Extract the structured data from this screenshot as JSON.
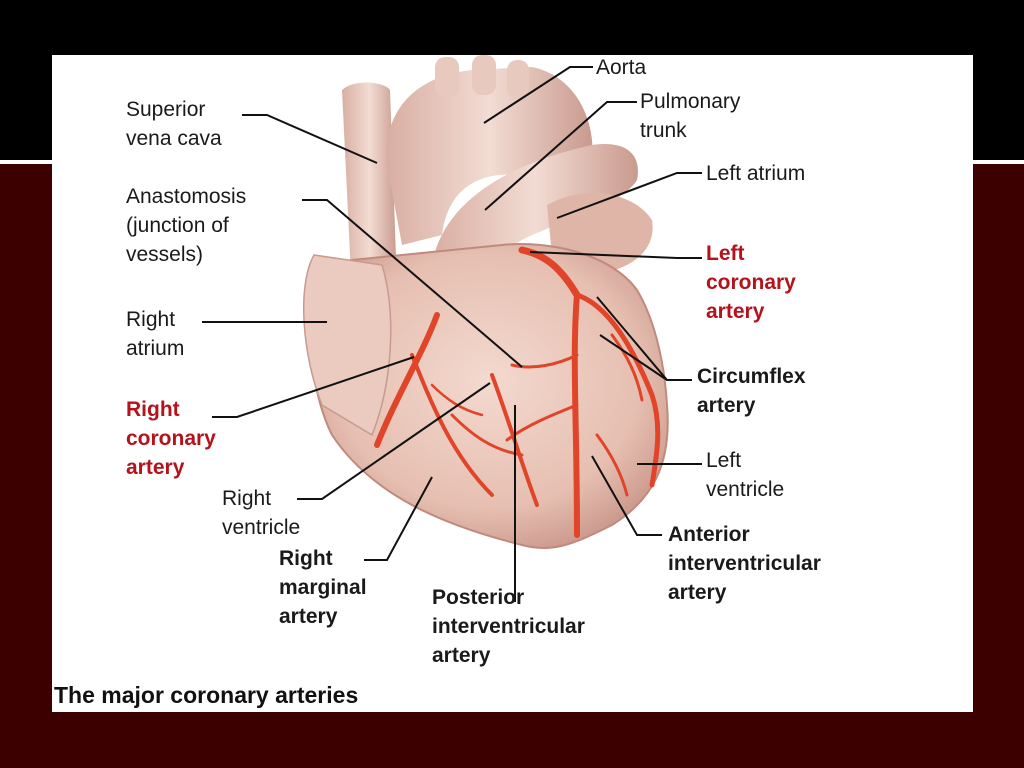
{
  "caption": "The major coronary arteries",
  "colors": {
    "background": "#3d0000",
    "top_band": "#000000",
    "panel": "#ffffff",
    "highlight_label": "#b5121b",
    "artery": "#e0452a"
  },
  "labels": {
    "aorta": "Aorta",
    "pulmonary_trunk": "Pulmonary\ntrunk",
    "superior_vena_cava": "Superior\nvena cava",
    "left_atrium": "Left atrium",
    "anastomosis": "Anastomosis\n(junction of\nvessels)",
    "left_coronary_artery": "Left\ncoronary\nartery",
    "right_atrium": "Right\natrium",
    "circumflex_artery": "Circumflex\nartery",
    "right_coronary_artery": "Right\ncoronary\nartery",
    "left_ventricle": "Left\nventricle",
    "right_ventricle": "Right\nventricle",
    "anterior_interventricular_artery": "Anterior\ninterventricular\nartery",
    "right_marginal_artery": "Right\nmarginal\nartery",
    "posterior_interventricular_artery": "Posterior\ninterventricular\nartery"
  }
}
